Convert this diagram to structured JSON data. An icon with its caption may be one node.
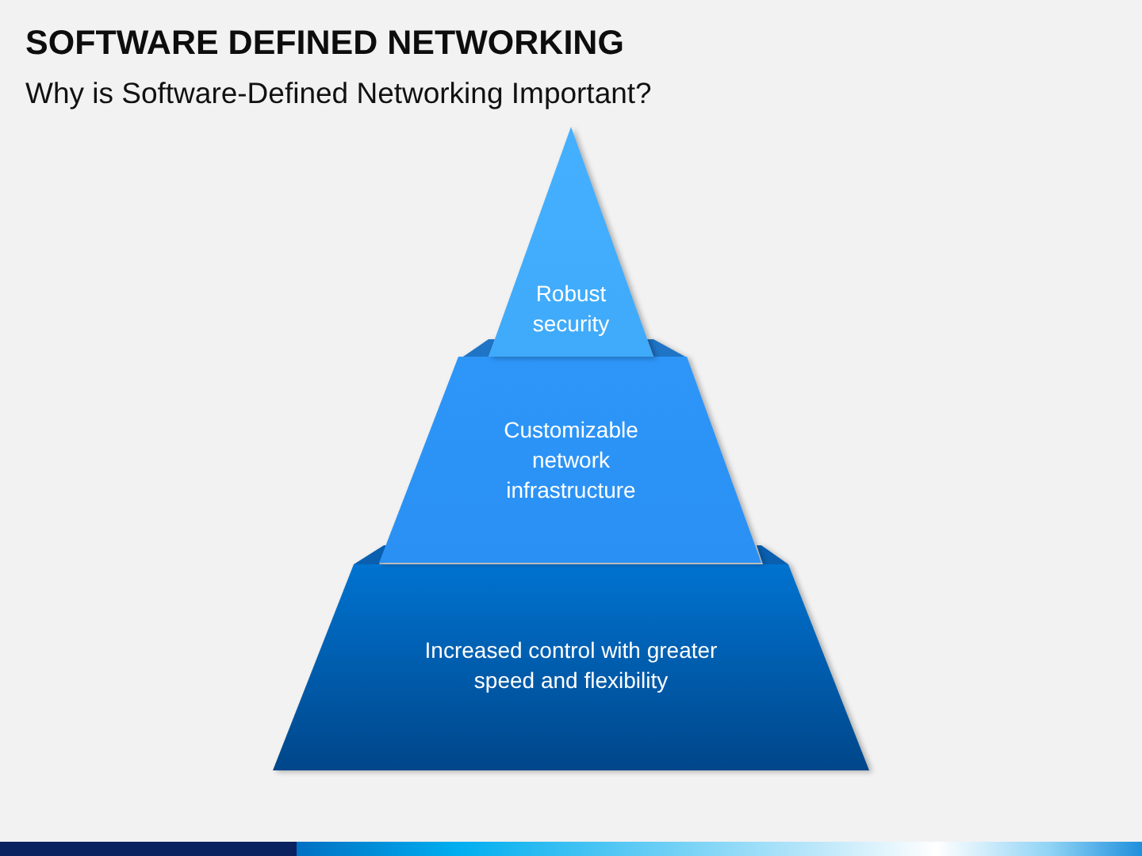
{
  "diagram": {
    "title": "SOFTWARE DEFINED NETWORKING",
    "nodes": [
      {
        "text": [
          "Robust security"
        ]
      },
      {
        "text": [
          "Customizable network infrastructure"
        ]
      },
      {
        "text": [
          "Increased control with greater speed and flexibility"
        ]
      }
    ],
    "labels": [
      "Why is Software-Defined Networking Important?"
    ]
  }
}
